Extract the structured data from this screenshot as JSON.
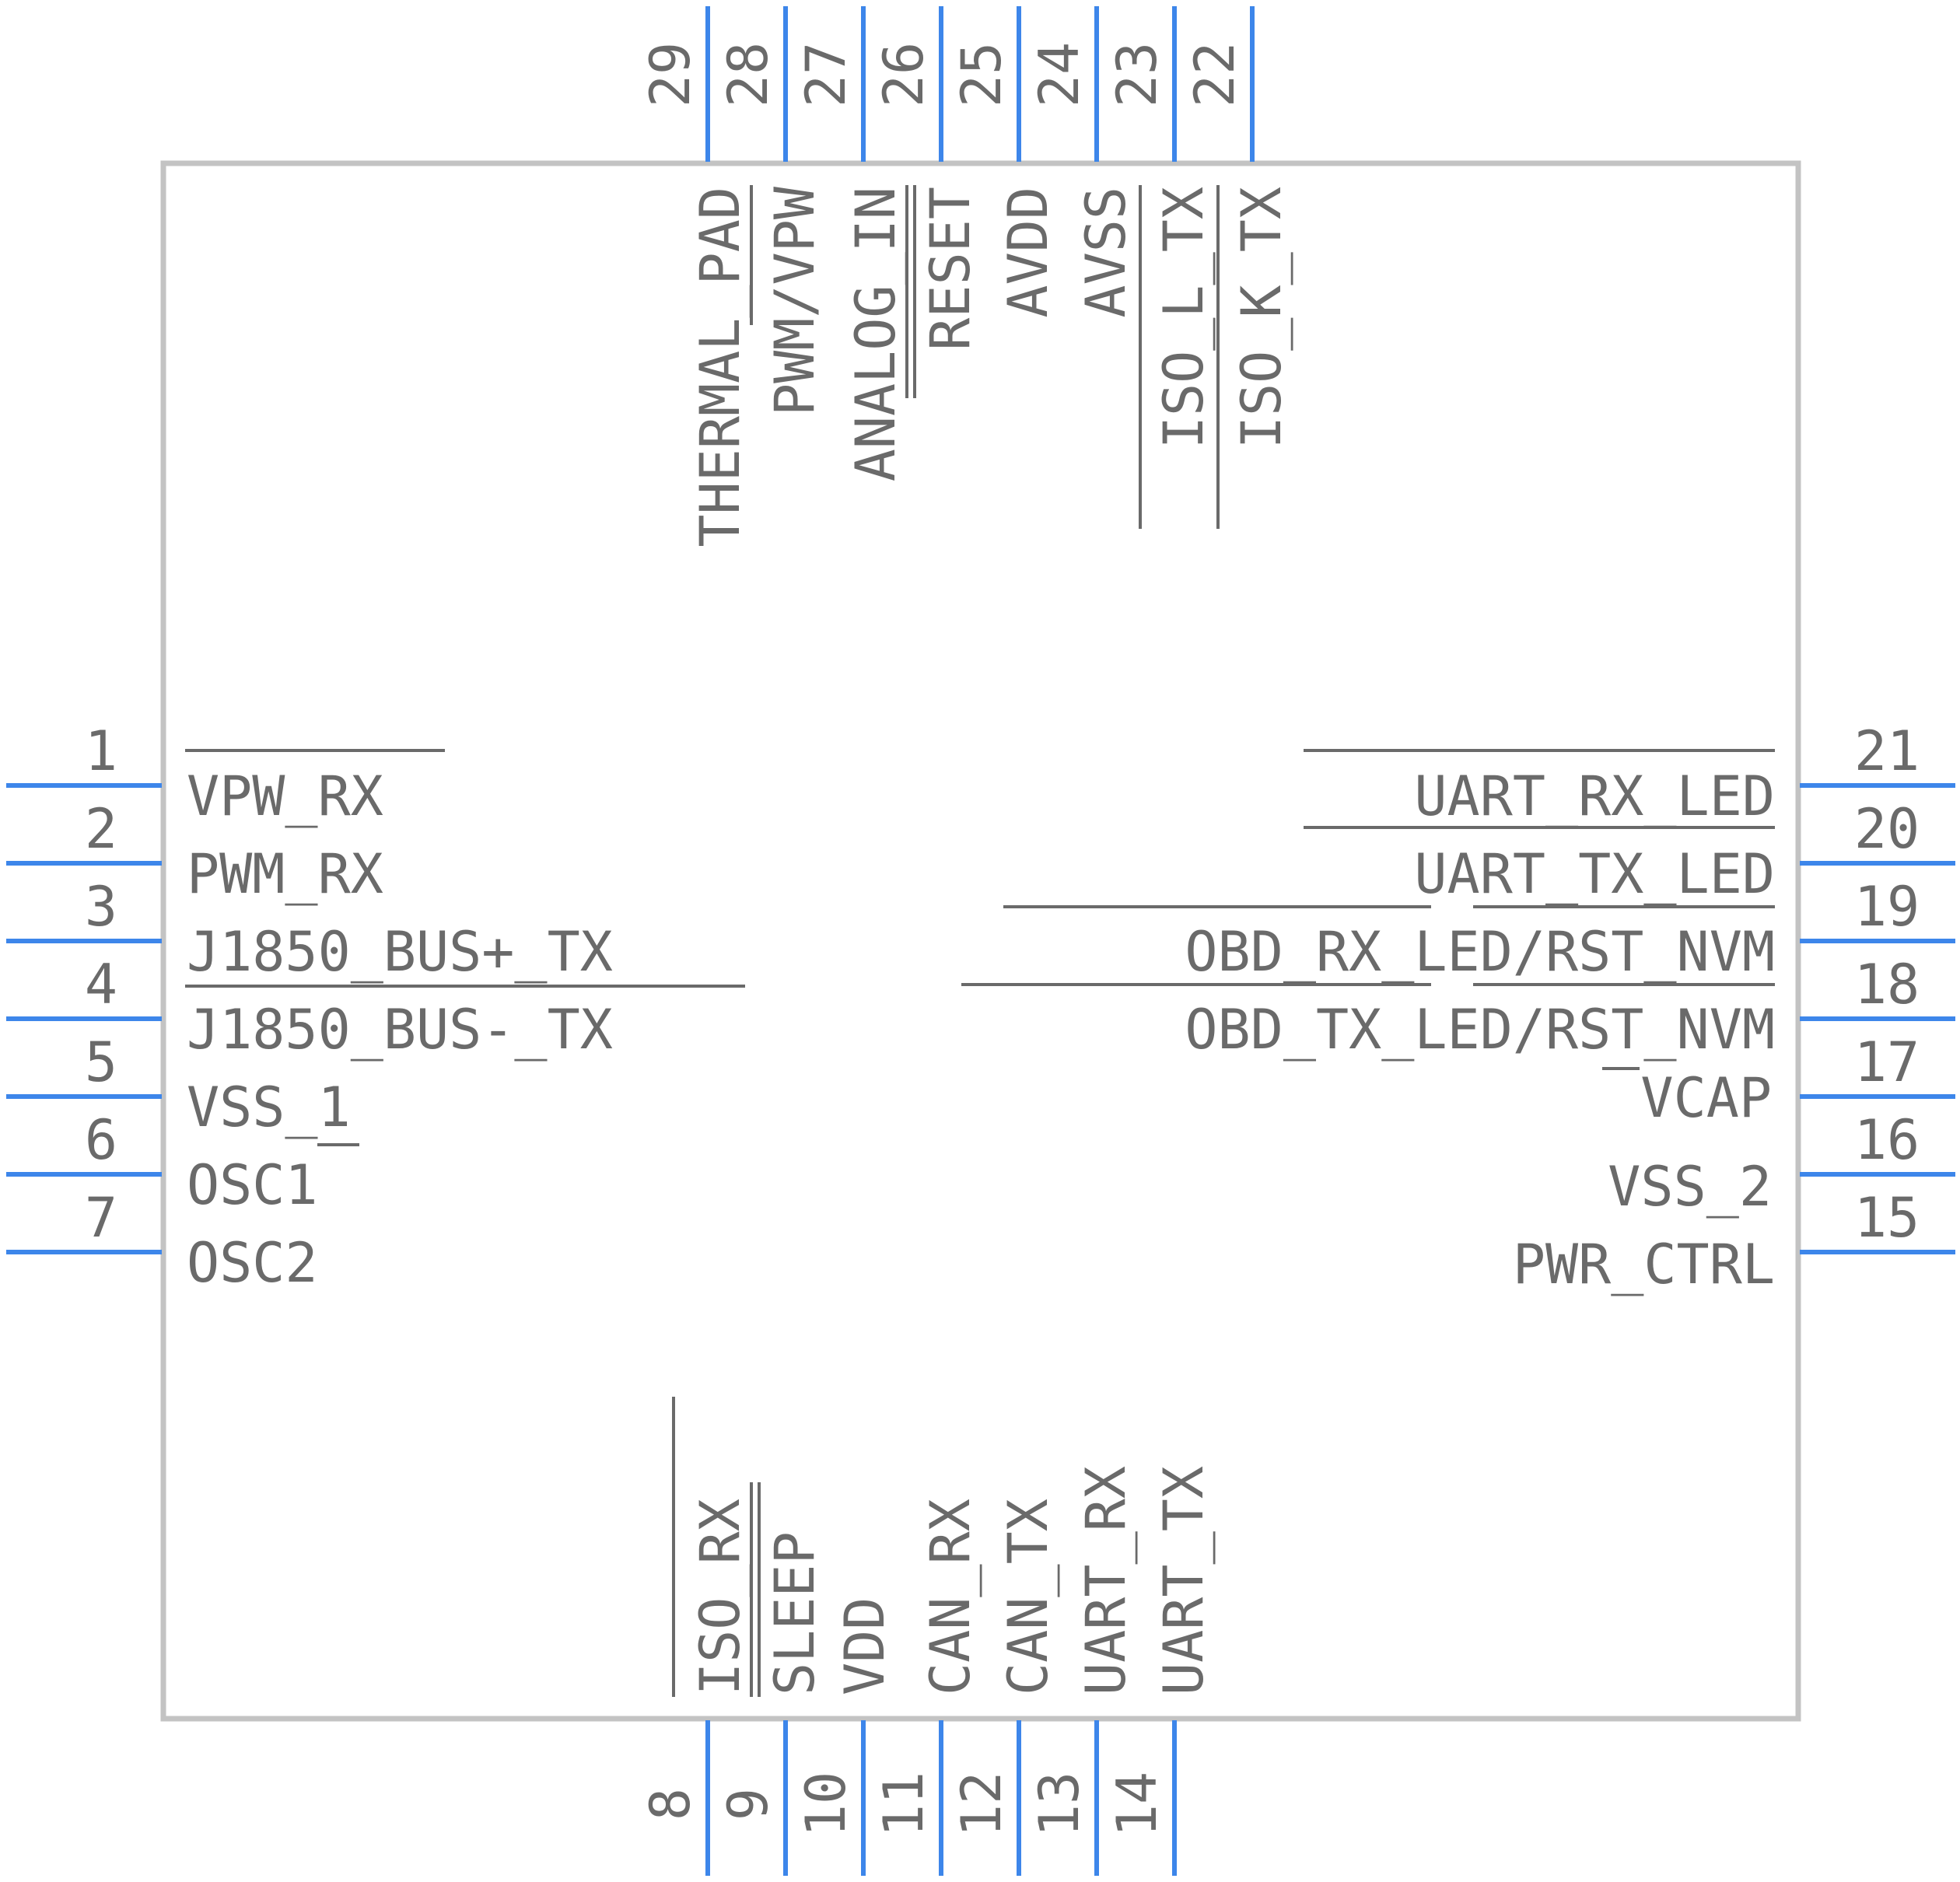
{
  "colors": {
    "pin": "#3d86ea",
    "body_outline": "#c3c3c3",
    "text": "#6a6a6a"
  },
  "pins": {
    "left": [
      {
        "num": "1",
        "label": "VPW_RX"
      },
      {
        "num": "2",
        "label": "PWM_RX"
      },
      {
        "num": "3",
        "label": "J1850_BUS+_TX"
      },
      {
        "num": "4",
        "label": "J1850_BUS-_TX"
      },
      {
        "num": "5",
        "label": "VSS_1"
      },
      {
        "num": "6",
        "label": "OSC1"
      },
      {
        "num": "7",
        "label": "OSC2"
      }
    ],
    "bottom": [
      {
        "num": "8",
        "label": "ISO_RX"
      },
      {
        "num": "9",
        "label": "SLEEP"
      },
      {
        "num": "10",
        "label": "VDD"
      },
      {
        "num": "11",
        "label": "CAN_RX"
      },
      {
        "num": "12",
        "label": "CAN_TX"
      },
      {
        "num": "13",
        "label": "UART_RX"
      },
      {
        "num": "14",
        "label": "UART_TX"
      }
    ],
    "right": [
      {
        "num": "21",
        "label": "UART_RX_LED"
      },
      {
        "num": "20",
        "label": "UART_TX_LED"
      },
      {
        "num": "19",
        "label": "OBD_RX_LED/RST_NVM"
      },
      {
        "num": "18",
        "label": "OBD_TX_LED/RST_NVM"
      },
      {
        "num": "17",
        "label": "VCAP"
      },
      {
        "num": "16",
        "label": "VSS_2"
      },
      {
        "num": "15",
        "label": "PWR_CTRL"
      }
    ],
    "top": [
      {
        "num": "29",
        "label": "THERMAL_PAD"
      },
      {
        "num": "28",
        "label": "PWM/VPW"
      },
      {
        "num": "27",
        "label": "ANALOG_IN"
      },
      {
        "num": "26",
        "label": "RESET"
      },
      {
        "num": "25",
        "label": "AVDD"
      },
      {
        "num": "24",
        "label": "AVSS"
      },
      {
        "num": "23",
        "label": "ISO_L_TX"
      },
      {
        "num": "22",
        "label": "ISO_K_TX"
      }
    ]
  }
}
